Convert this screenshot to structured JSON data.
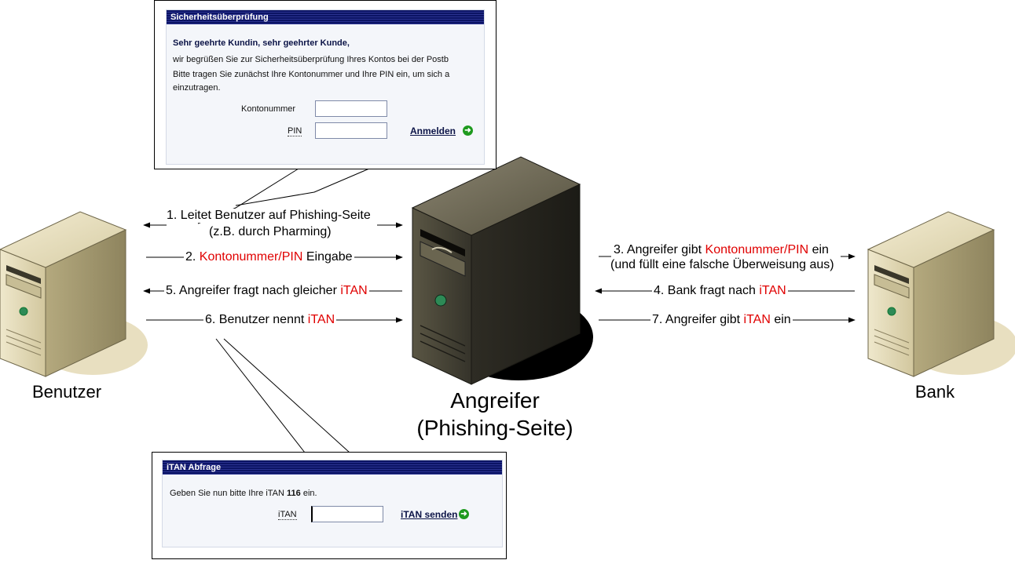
{
  "nodes": {
    "user": "Benutzer",
    "attacker_line1": "Angreifer",
    "attacker_line2": "(Phishing-Seite)",
    "bank": "Bank"
  },
  "steps": {
    "s1_line1": "1. Leitet Benutzer auf Phishing-Seite",
    "s1_line2": "(z.B. durch Pharming)",
    "s2_pre": "2. ",
    "s2_red": "Kontonummer/PIN",
    "s2_post": " Eingabe",
    "s3_pre": "3. Angreifer gibt ",
    "s3_red": "Kontonummer/PIN",
    "s3_post": " ein",
    "s3_line2": "(und füllt eine falsche Überweisung aus)",
    "s4_pre": "4. Bank fragt nach ",
    "s4_red": "iTAN",
    "s5_pre": "5. Angreifer fragt nach gleicher ",
    "s5_red": "iTAN",
    "s6_pre": "6. Benutzer nennt ",
    "s6_red": "iTAN",
    "s7_pre": "7. Angreifer gibt ",
    "s7_red": "iTAN",
    "s7_post": " ein"
  },
  "login_form": {
    "title": "Sicherheitsüberprüfung",
    "greeting": "Sehr geehrte Kundin, sehr geehrter Kunde,",
    "line1": "wir begrüßen Sie zur Sicherheitsüberprüfung Ihres Kontos bei der Postb",
    "line2_pre": "Bitte tragen Sie zunächst Ihre Kontonummer und Ihre ",
    "line2_pin": "PIN",
    "line2_post": " ein, um sich a",
    "line3": "einzutragen.",
    "account_label": "Kontonummer",
    "pin_label": "PIN",
    "submit": "Anmelden"
  },
  "itan_form": {
    "title": "iTAN Abfrage",
    "prompt_pre": "Geben Sie nun bitte Ihre ",
    "prompt_itan": "iTAN",
    "prompt_num": "116",
    "prompt_post": " ein.",
    "field_label": "iTAN",
    "submit": "iTAN senden"
  },
  "colors": {
    "highlight": "#e00000",
    "form_header": "#0c1464",
    "server_body": "#d9cfaa",
    "attacker_body": "#3a3830"
  }
}
